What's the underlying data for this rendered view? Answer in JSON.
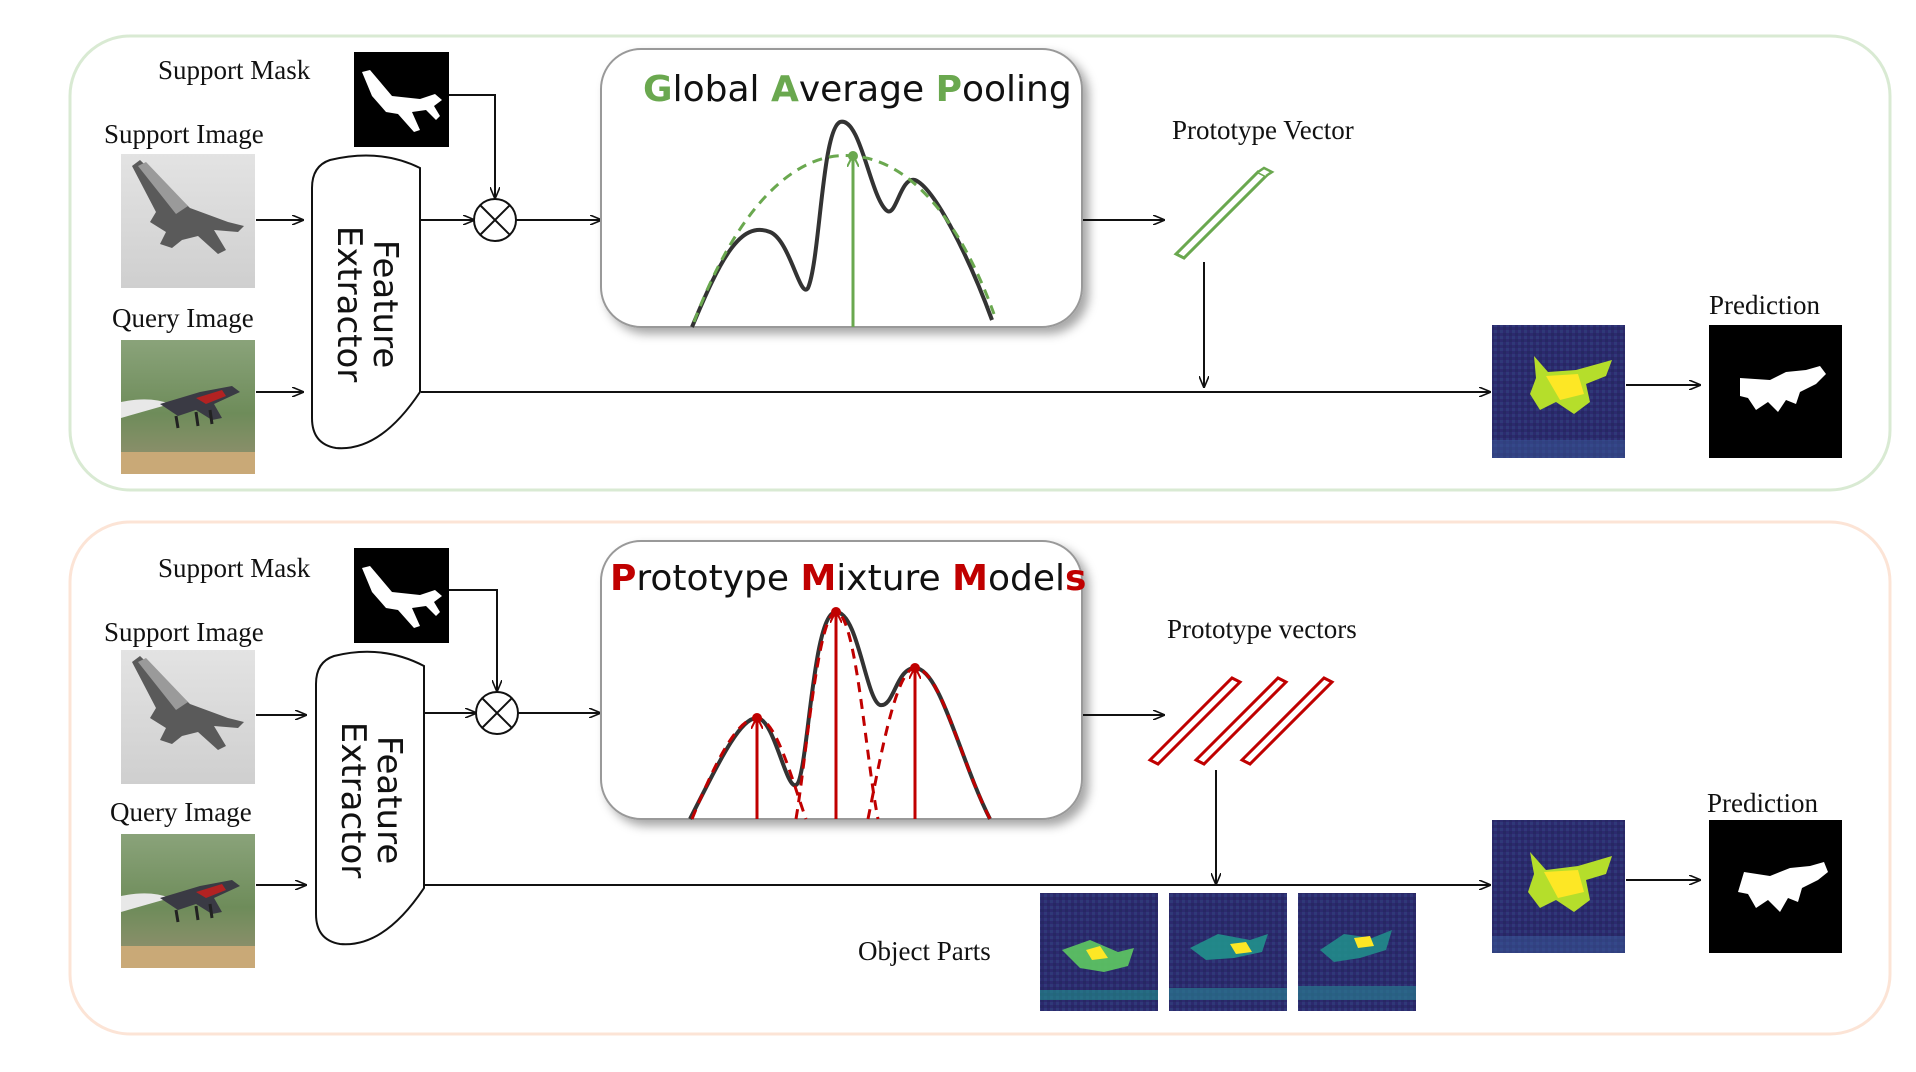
{
  "colors": {
    "green": "#6aa84f",
    "red": "#c00000",
    "top_panel_border": "#d9ead3",
    "bottom_panel_border": "#fce4d6"
  },
  "top": {
    "support_mask_label": "Support Mask",
    "support_image_label": "Support Image",
    "query_image_label": "Query Image",
    "feature_extractor_line1": "Feature",
    "feature_extractor_line2": "Extractor",
    "title_parts": [
      {
        "text": "G",
        "accent": true
      },
      {
        "text": "lobal ",
        "accent": false
      },
      {
        "text": "A",
        "accent": true
      },
      {
        "text": "verage ",
        "accent": false
      },
      {
        "text": "P",
        "accent": true
      },
      {
        "text": "ooling",
        "accent": false
      }
    ],
    "prototype_label": "Prototype Vector",
    "prediction_label": "Prediction"
  },
  "bottom": {
    "support_mask_label": "Support Mask",
    "support_image_label": "Support Image",
    "query_image_label": "Query Image",
    "feature_extractor_line1": "Feature",
    "feature_extractor_line2": "Extractor",
    "title_parts": [
      {
        "text": "P",
        "accent": true
      },
      {
        "text": "rototype ",
        "accent": false
      },
      {
        "text": "M",
        "accent": true
      },
      {
        "text": "ixture ",
        "accent": false
      },
      {
        "text": "M",
        "accent": true
      },
      {
        "text": "odel",
        "accent": false
      },
      {
        "text": "s",
        "accent": true
      }
    ],
    "prototype_label": "Prototype vectors",
    "object_parts_label": "Object Parts",
    "prediction_label": "Prediction"
  }
}
